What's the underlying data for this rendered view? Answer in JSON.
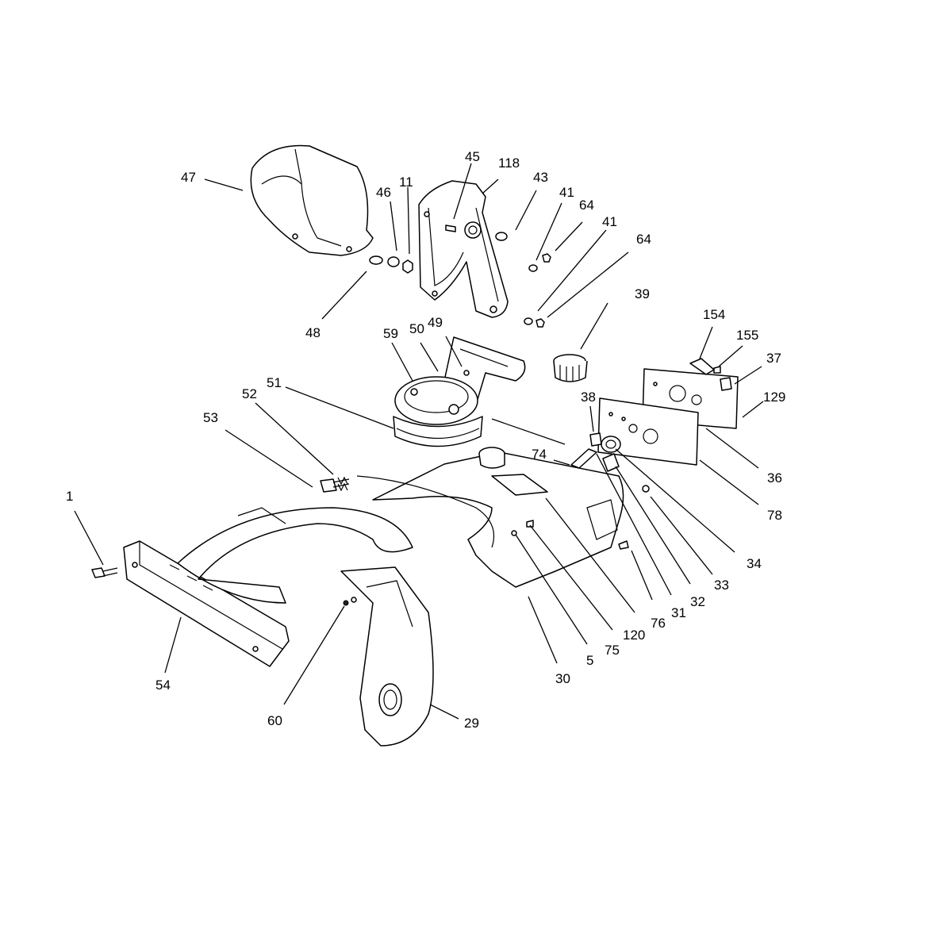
{
  "diagram": {
    "labels": [
      "1",
      "5",
      "11",
      "29",
      "30",
      "31",
      "32",
      "33",
      "34",
      "36",
      "37",
      "38",
      "39",
      "41",
      "41",
      "43",
      "45",
      "46",
      "47",
      "48",
      "49",
      "50",
      "51",
      "52",
      "53",
      "54",
      "59",
      "60",
      "64",
      "64",
      "74",
      "75",
      "76",
      "78",
      "118",
      "120",
      "129",
      "154",
      "155"
    ]
  }
}
